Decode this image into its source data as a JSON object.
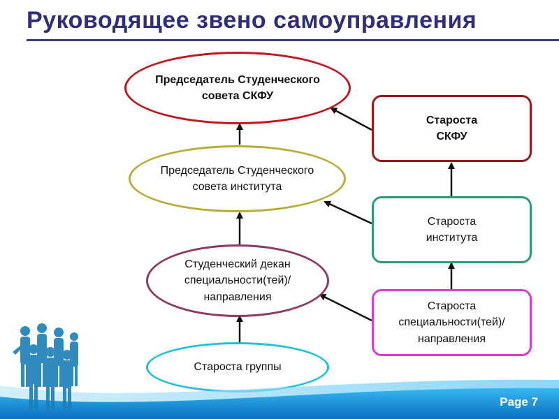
{
  "title": "Руководящее звено самоуправления",
  "nodes": {
    "chair_skfu": "Председатель Студенческого\nсовета СКФУ",
    "chair_institute": "Председатель Студенческого\nсовета института",
    "student_dean": "Студенческий декан\nспециальности(тей)/\nнаправления",
    "group_head": "Староста группы",
    "head_skfu": "Староста\nСКФУ",
    "head_institute": "Староста\nинститута",
    "head_specialty": "Староста\nспециальности(тей)/\nнаправления"
  },
  "colors": {
    "chair_skfu": "#c0161c",
    "chair_institute": "#b5ae3a",
    "student_dean": "#8b3a62",
    "group_head": "#1fc1d8",
    "head_skfu": "#9e1a1a",
    "head_institute": "#2e9a72",
    "head_specialty": "#d23fd2"
  },
  "footer": {
    "page": "Page 7"
  }
}
